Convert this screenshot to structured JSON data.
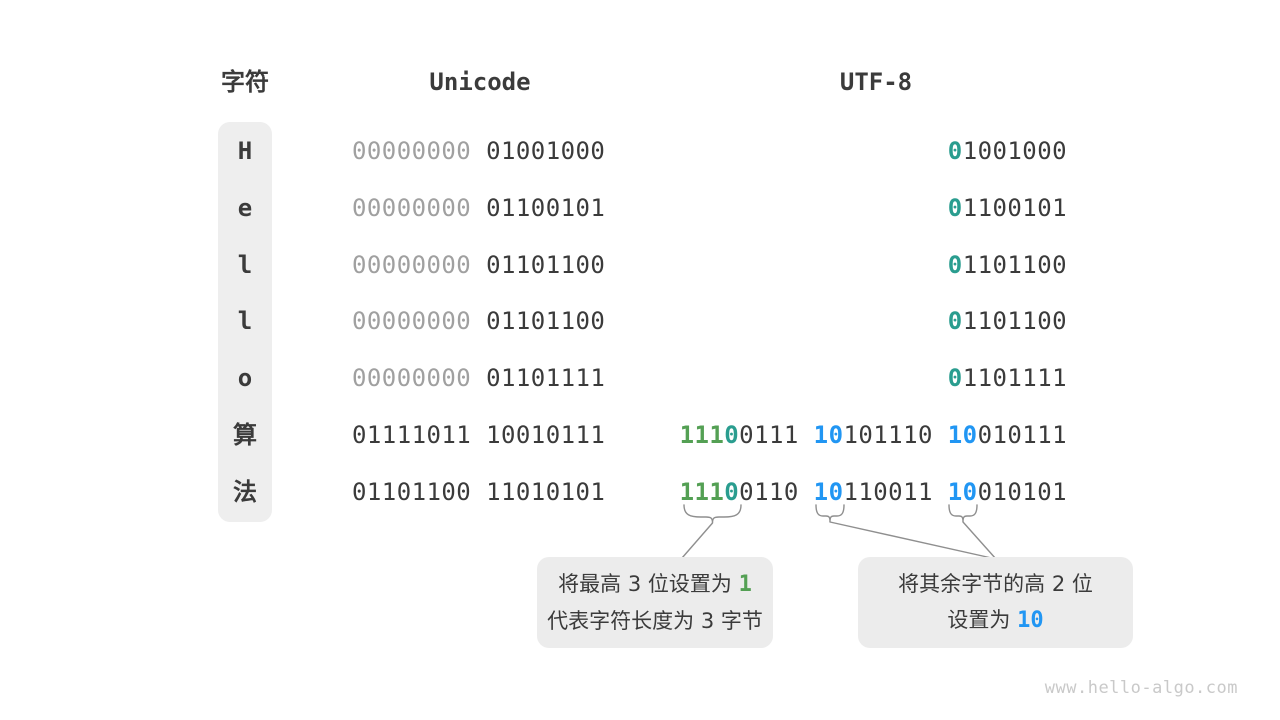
{
  "header": {
    "char_header": "字符",
    "unicode_header": "Unicode",
    "utf8_header": "UTF-8"
  },
  "colors": {
    "dark": "#3b3b3b",
    "gray": "#a0a0a0",
    "teal": "#2a9d8f",
    "green": "#54a054",
    "blue": "#2196f3",
    "pill_bg": "#eeeeee",
    "callout_bg": "#ececec",
    "connector": "#8f8f8f",
    "watermark": "#c9c9c9"
  },
  "rows": [
    {
      "char": "H",
      "unicode": [
        {
          "t": "00000000 ",
          "c": "gray"
        },
        {
          "t": "01001000",
          "c": "dark"
        }
      ],
      "utf8": [
        {
          "t": "0",
          "c": "teal"
        },
        {
          "t": "1001000",
          "c": "dark"
        }
      ]
    },
    {
      "char": "e",
      "unicode": [
        {
          "t": "00000000 ",
          "c": "gray"
        },
        {
          "t": "01100101",
          "c": "dark"
        }
      ],
      "utf8": [
        {
          "t": "0",
          "c": "teal"
        },
        {
          "t": "1100101",
          "c": "dark"
        }
      ]
    },
    {
      "char": "l",
      "unicode": [
        {
          "t": "00000000 ",
          "c": "gray"
        },
        {
          "t": "01101100",
          "c": "dark"
        }
      ],
      "utf8": [
        {
          "t": "0",
          "c": "teal"
        },
        {
          "t": "1101100",
          "c": "dark"
        }
      ]
    },
    {
      "char": "l",
      "unicode": [
        {
          "t": "00000000 ",
          "c": "gray"
        },
        {
          "t": "01101100",
          "c": "dark"
        }
      ],
      "utf8": [
        {
          "t": "0",
          "c": "teal"
        },
        {
          "t": "1101100",
          "c": "dark"
        }
      ]
    },
    {
      "char": "o",
      "unicode": [
        {
          "t": "00000000 ",
          "c": "gray"
        },
        {
          "t": "01101111",
          "c": "dark"
        }
      ],
      "utf8": [
        {
          "t": "0",
          "c": "teal"
        },
        {
          "t": "1101111",
          "c": "dark"
        }
      ]
    },
    {
      "char": "算",
      "unicode": [
        {
          "t": "01111011 10010111",
          "c": "dark"
        }
      ],
      "utf8": [
        {
          "t": "111",
          "c": "green"
        },
        {
          "t": "0",
          "c": "teal"
        },
        {
          "t": "0111 ",
          "c": "dark"
        },
        {
          "t": "10",
          "c": "blue"
        },
        {
          "t": "101110 ",
          "c": "dark"
        },
        {
          "t": "10",
          "c": "blue"
        },
        {
          "t": "010111",
          "c": "dark"
        }
      ]
    },
    {
      "char": "法",
      "unicode": [
        {
          "t": "01101100 11010101",
          "c": "dark"
        }
      ],
      "utf8": [
        {
          "t": "111",
          "c": "green"
        },
        {
          "t": "0",
          "c": "teal"
        },
        {
          "t": "0110 ",
          "c": "dark"
        },
        {
          "t": "10",
          "c": "blue"
        },
        {
          "t": "110011 ",
          "c": "dark"
        },
        {
          "t": "10",
          "c": "blue"
        },
        {
          "t": "010101",
          "c": "dark"
        }
      ]
    }
  ],
  "callouts": [
    {
      "lines": [
        [
          {
            "t": "将最高 3 位设置为 ",
            "c": "dark"
          },
          {
            "t": "1",
            "c": "green"
          }
        ],
        [
          {
            "t": "代表字符长度为 3 字节",
            "c": "dark"
          }
        ]
      ]
    },
    {
      "lines": [
        [
          {
            "t": "将其余字节的高 2 位",
            "c": "dark"
          }
        ],
        [
          {
            "t": "设置为 ",
            "c": "dark"
          },
          {
            "t": "10",
            "c": "blue"
          }
        ]
      ]
    }
  ],
  "watermark": "www.hello-algo.com"
}
